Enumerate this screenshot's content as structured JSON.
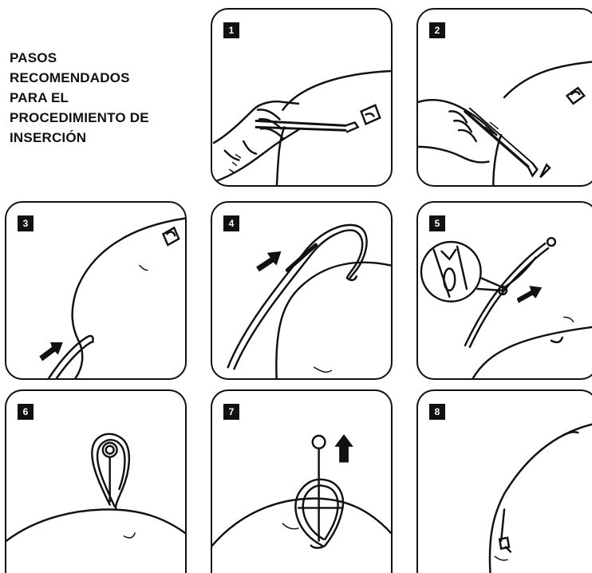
{
  "title_lines": [
    "PASOS",
    "RECOMENDADOS",
    "PARA EL",
    "PROCEDIMIENTO DE",
    "INSERCIÓN"
  ],
  "steps": [
    {
      "number": "1"
    },
    {
      "number": "2"
    },
    {
      "number": "3"
    },
    {
      "number": "4"
    },
    {
      "number": "5"
    },
    {
      "number": "6"
    },
    {
      "number": "7"
    },
    {
      "number": "8"
    }
  ]
}
